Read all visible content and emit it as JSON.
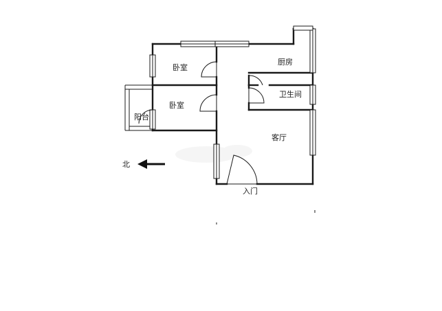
{
  "floorplan": {
    "rooms": {
      "bedroom_north": "卧室",
      "bedroom_south": "卧室",
      "kitchen": "厨房",
      "bathroom": "卫生间",
      "living_room": "客厅",
      "balcony": "阳台"
    },
    "entrance_label": "入门",
    "compass_label": "北",
    "compass_direction": "left",
    "colors": {
      "wall": "#1a1a1a",
      "background": "#ffffff"
    }
  }
}
